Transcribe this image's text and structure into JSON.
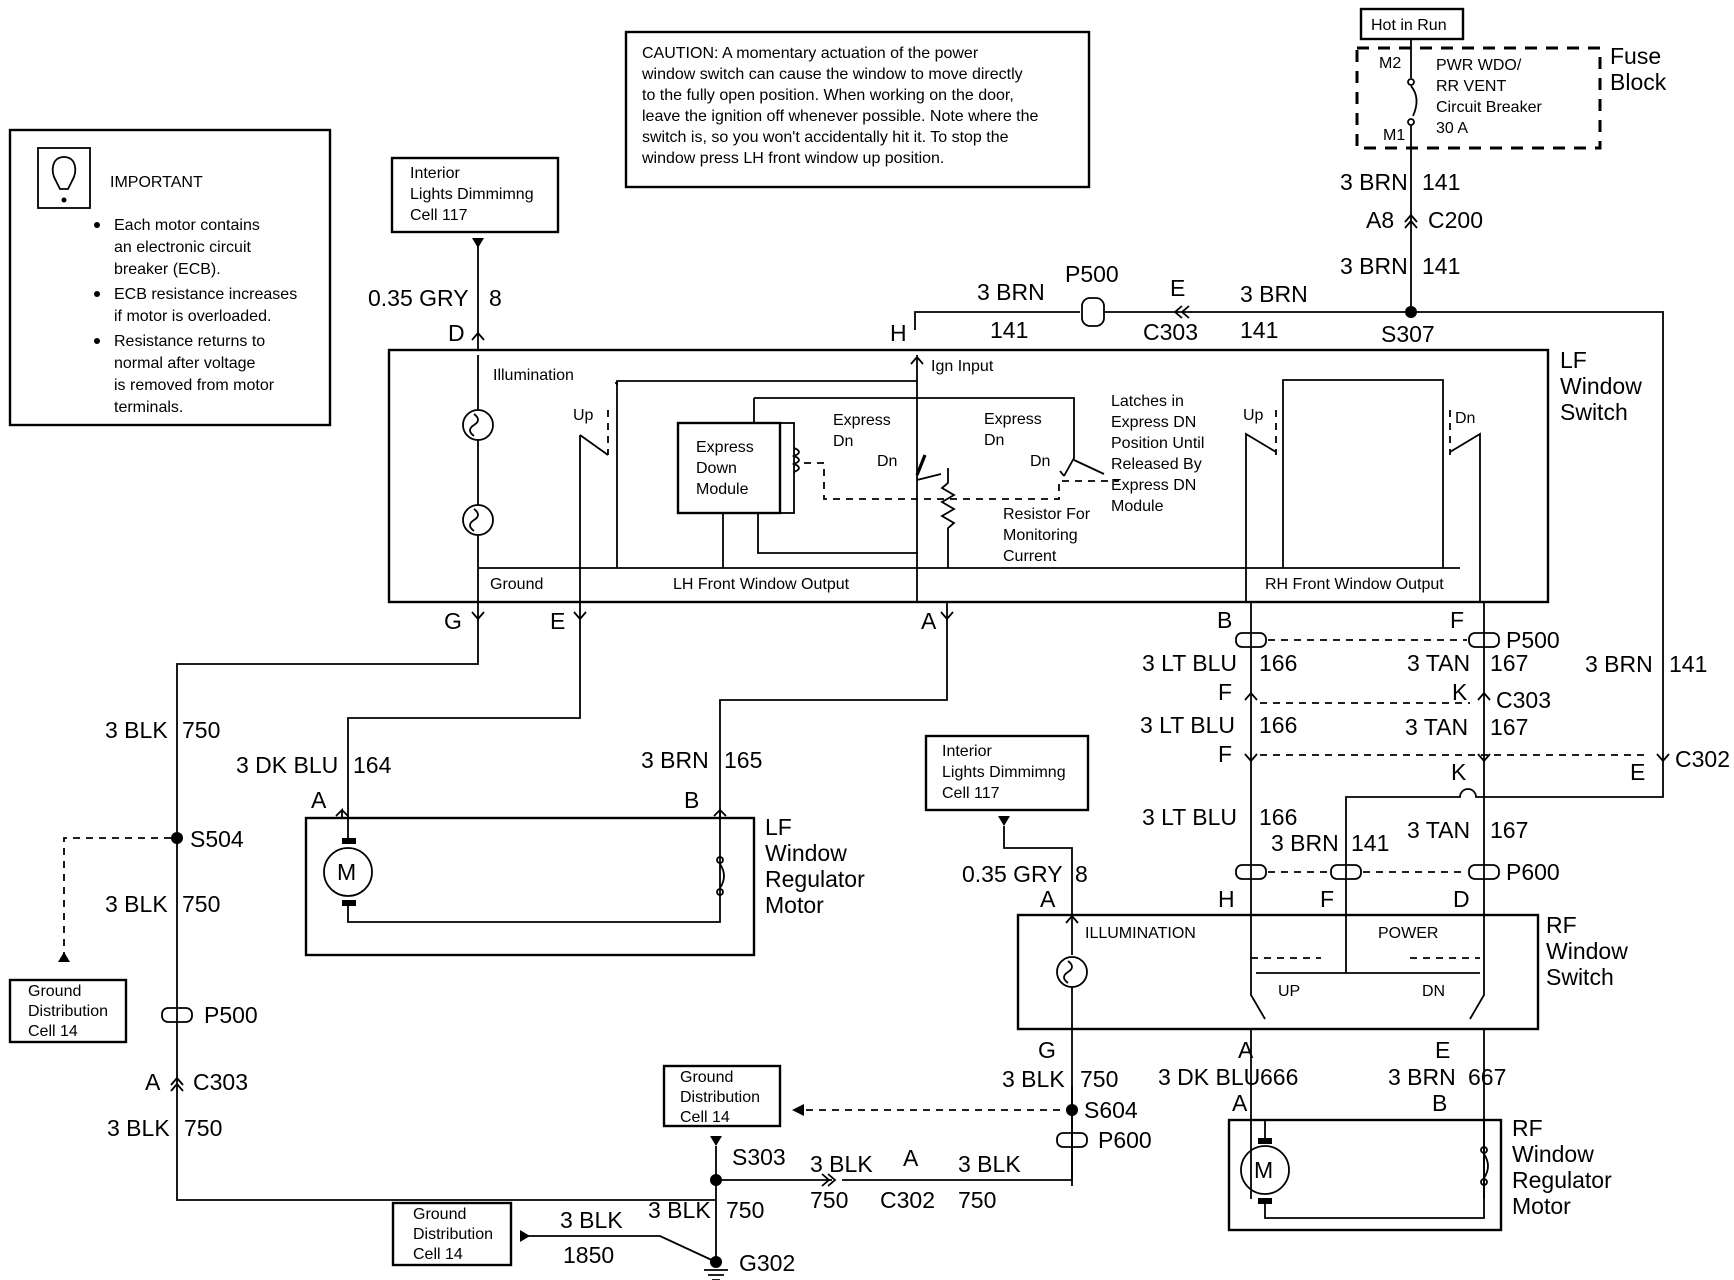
{
  "important": {
    "title": "IMPORTANT",
    "bullets": [
      [
        "Each motor contains",
        "an electronic circuit",
        "breaker (ECB)."
      ],
      [
        "ECB resistance increases",
        "if motor is overloaded."
      ],
      [
        "Resistance returns to",
        "normal after voltage",
        "is removed from motor",
        "terminals."
      ]
    ]
  },
  "caution": [
    "CAUTION:  A momentary actuation of the power",
    "window switch can cause the window to move directly",
    "to the fully open position.  When working on the door,",
    "leave the ignition off whenever possible. Note where the",
    "switch is, so you won't accidentally hit it. To stop the",
    "window press LH front window up position."
  ],
  "hot_in_run": "Hot in Run",
  "fuse_block": {
    "title": [
      "Fuse",
      "Block"
    ],
    "m2": "M2",
    "m1": "M1",
    "breaker": [
      "PWR WDO/",
      "RR VENT",
      "Circuit Breaker",
      "30 A"
    ]
  },
  "ref_boxes": {
    "dimming_1": [
      "Interior",
      "Lights Dimmimng",
      "Cell 117"
    ],
    "dimming_2": [
      "Interior",
      "Lights Dimmimng",
      "Cell 117"
    ],
    "ground_1": [
      "Ground",
      "Distribution",
      "Cell 14"
    ],
    "ground_2": [
      "Ground",
      "Distribution",
      "Cell 14"
    ],
    "ground_3": [
      "Ground",
      "Distribution",
      "Cell 14"
    ]
  },
  "lf_switch": {
    "title": [
      "LF",
      "Window",
      "Switch"
    ],
    "illumination": "Illumination",
    "ign_input": "Ign Input",
    "up_left": "Up",
    "up_right": "Up",
    "dn_right": "Dn",
    "express_module": [
      "Express",
      "Down",
      "Module"
    ],
    "express_dn_1": [
      "Express",
      "Dn"
    ],
    "express_dn_2": [
      "Express",
      "Dn"
    ],
    "dn_1": "Dn",
    "dn_2": "Dn",
    "latches": [
      "Latches in",
      "Express DN",
      "Position Until",
      "Released By",
      "Express DN",
      "Module"
    ],
    "resistor": [
      "Resistor For",
      "Monitoring",
      "Current"
    ],
    "ground": "Ground",
    "lh_output": "LH Front Window Output",
    "rh_output": "RH Front Window Output"
  },
  "rf_switch": {
    "title": [
      "RF",
      "Window",
      "Switch"
    ],
    "illumination": "ILLUMINATION",
    "power": "POWER",
    "up": "UP",
    "dn": "DN"
  },
  "lf_motor": {
    "title": [
      "LF",
      "Window",
      "Regulator",
      "Motor"
    ],
    "m": "M"
  },
  "rf_motor": {
    "title": [
      "RF",
      "Window",
      "Regulator",
      "Motor"
    ],
    "m": "M"
  },
  "pins": {
    "lf_D": "D",
    "lf_H": "H",
    "lf_G": "G",
    "lf_E": "E",
    "lf_A": "A",
    "lf_B": "B",
    "lf_F": "F",
    "lfm_A": "A",
    "lfm_B": "B",
    "c303_F": "F",
    "c303_K": "K",
    "c302_F": "F",
    "c302_K": "K",
    "c302_E": "E",
    "p600_H": "H",
    "p600_F": "F",
    "p600_D": "D",
    "rf_A": "A",
    "rf_G": "G",
    "rf_A2": "A",
    "rf_E": "E",
    "rfm_A": "A",
    "rfm_B": "B",
    "c303_A": "A",
    "c302_A": "A",
    "c303_E": "E",
    "c200_A8": "A8"
  },
  "wires": {
    "brn141_top1": "3 BRN",
    "brn141_top1_n": "141",
    "brn141_top2": "3 BRN",
    "brn141_top2_n": "141",
    "brn141_h": "3 BRN",
    "brn141_h_n": "141",
    "brn141_e": "3 BRN",
    "brn141_e_n": "141",
    "brn141_right": "3 BRN",
    "brn141_right_n": "141",
    "brn141_rf": "3 BRN",
    "brn141_rf_n": "141",
    "gry8_lf": "0.35 GRY",
    "gry8_lf_n": "8",
    "gry8_rf": "0.35 GRY",
    "gry8_rf_n": "8",
    "blk750_1": "3 BLK",
    "blk750_1_n": "750",
    "blk750_2": "3 BLK",
    "blk750_2_n": "750",
    "blk750_3": "3 BLK",
    "blk750_3_n": "750",
    "blk750_4": "3 BLK",
    "blk750_4_n": "750",
    "blk750_5": "3 BLK",
    "blk750_5_n": "750",
    "blk750_6": "3 BLK",
    "blk750_6_n": "750",
    "blk750_7": "3 BLK",
    "blk750_7_n": "750",
    "blk1850": "3 BLK",
    "blk1850_n": "1850",
    "dkblu164": "3 DK BLU",
    "dkblu164_n": "164",
    "brn165": "3 BRN",
    "brn165_n": "165",
    "ltblu166_1": "3 LT BLU",
    "ltblu166_1_n": "166",
    "ltblu166_2": "3 LT BLU",
    "ltblu166_2_n": "166",
    "ltblu166_3": "3 LT BLU",
    "ltblu166_3_n": "166",
    "tan167_1": "3 TAN",
    "tan167_1_n": "167",
    "tan167_2": "3 TAN",
    "tan167_2_n": "167",
    "tan167_3": "3 TAN",
    "tan167_3_n": "167",
    "dkblu666": "3 DK BLU",
    "dkblu666_n": "666",
    "brn667": "3 BRN",
    "brn667_n": "667"
  },
  "connectors": {
    "c200": "C200",
    "p500_top": "P500",
    "c303_top": "C303",
    "s307": "S307",
    "p500_mid": "P500",
    "c303_mid": "C303",
    "c302_mid": "C302",
    "p600_mid": "P600",
    "s504": "S504",
    "p500_left": "P500",
    "c303_left": "C303",
    "s303": "S303",
    "c302_bot": "C302",
    "g302": "G302",
    "s604": "S604",
    "p600_bot": "P600"
  }
}
